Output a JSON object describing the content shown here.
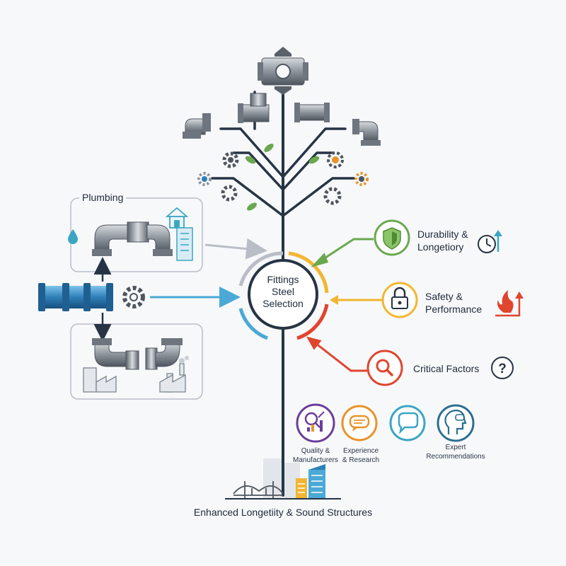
{
  "center": {
    "line1": "Fittings",
    "line2": "Steel",
    "line3": "Selection"
  },
  "left_panel": {
    "title": "Plumbing"
  },
  "factors": {
    "durability": {
      "line1": "Durability &",
      "line2": "Longetiory"
    },
    "safety": {
      "line1": "Safety &",
      "line2": "Performance"
    },
    "critical": {
      "label": "Critical Factors"
    }
  },
  "sources": [
    {
      "line1": "Quality &",
      "line2": "Manufacturers",
      "color": "#6a3d9a"
    },
    {
      "line1": "Experience",
      "line2": "& Research",
      "color": "#e8932a"
    },
    {
      "line1": "",
      "line2": "",
      "color": "#3aa6c4"
    },
    {
      "line1": "Expert",
      "line2": "Recommendations",
      "color": "#2c6f8f"
    }
  ],
  "caption": "Enhanced Longetiity & Sound Structures",
  "colors": {
    "trunk": "#263445",
    "green": "#6aa84f",
    "yellow": "#f2b632",
    "red": "#e0452e",
    "blue": "#4aa9d6",
    "grey": "#b9bec6",
    "pipe_blue": "#2f7fb8",
    "metal": "#8a9099"
  }
}
